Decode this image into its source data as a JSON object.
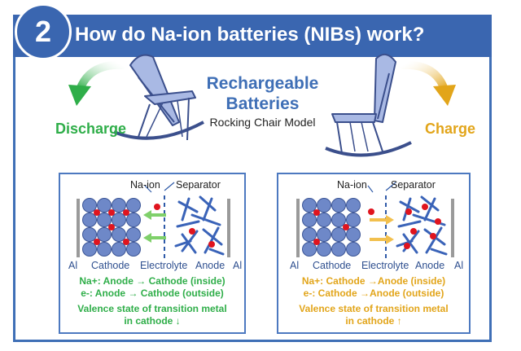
{
  "header": {
    "number": "2",
    "title": "How do Na-ion batteries (NIBs) work?"
  },
  "center": {
    "title_line1": "Rechargeable",
    "title_line2": "Batteries",
    "subtitle": "Rocking Chair Model"
  },
  "left_side_label": "Discharge",
  "right_side_label": "Charge",
  "colors": {
    "banner": "#3a66b0",
    "discharge_green": "#2fae49",
    "charge_gold": "#e2a51a",
    "ion_red": "#e0141e"
  },
  "discharge_panel": {
    "label_na_ion": "Na-ion",
    "label_separator": "Separator",
    "label_al_left": "Al",
    "label_cathode": "Cathode",
    "label_electrolyte": "Electrolyte",
    "label_anode": "Anode",
    "label_al_right": "Al",
    "line1": "Na+: Anode → Cathode (inside)",
    "line2": "e-: Anode → Cathode (outside)",
    "line3": "Valence state of transition metal",
    "line4": "in cathode ↓"
  },
  "charge_panel": {
    "label_na_ion": "Na-ion",
    "label_separator": "Separator",
    "label_al_left": "Al",
    "label_cathode": "Cathode",
    "label_electrolyte": "Electrolyte",
    "label_anode": "Anode",
    "label_al_right": "Al",
    "line1": "Na+: Cathode →Anode (inside)",
    "line2": "e-: Cathode →Anode (outside)",
    "line3": "Valence state of transition metal",
    "line4": "in cathode ↑"
  },
  "icons": [
    "rocking-chair-icon",
    "curved-arrow-icon"
  ]
}
